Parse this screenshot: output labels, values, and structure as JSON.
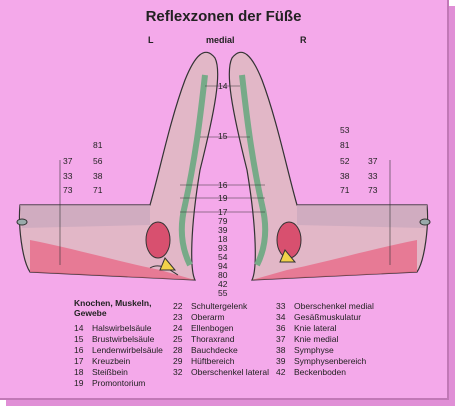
{
  "title": "Reflexzonen der Füße",
  "orientation": {
    "left": "L",
    "center": "medial",
    "right": "R"
  },
  "center_labels": [
    "14",
    "15",
    "16",
    "19",
    "17",
    "79",
    "39",
    "18",
    "93",
    "54",
    "94",
    "80",
    "42",
    "55"
  ],
  "left_labels": {
    "outer": [
      "37",
      "33",
      "73"
    ],
    "inner": [
      "81",
      "56",
      "38",
      "71"
    ]
  },
  "right_labels": {
    "inner": [
      "53",
      "81",
      "52",
      "38",
      "71"
    ],
    "outer": [
      "37",
      "33",
      "73"
    ]
  },
  "legend": {
    "heading": "Knochen, Muskeln, Gewebe",
    "col1": [
      {
        "n": "14",
        "t": "Halswirbelsäule"
      },
      {
        "n": "15",
        "t": "Brustwirbelsäule"
      },
      {
        "n": "16",
        "t": "Lendenwirbelsäule"
      },
      {
        "n": "17",
        "t": "Kreuzbein"
      },
      {
        "n": "18",
        "t": "Steißbein"
      },
      {
        "n": "19",
        "t": "Promontorium"
      }
    ],
    "col2": [
      {
        "n": "22",
        "t": "Schultergelenk"
      },
      {
        "n": "23",
        "t": "Oberarm"
      },
      {
        "n": "24",
        "t": "Ellenbogen"
      },
      {
        "n": "25",
        "t": "Thoraxrand"
      },
      {
        "n": "28",
        "t": "Bauchdecke"
      },
      {
        "n": "29",
        "t": "Hüftbereich"
      },
      {
        "n": "32",
        "t": "Oberschenkel lateral"
      }
    ],
    "col3": [
      {
        "n": "33",
        "t": "Oberschenkel medial"
      },
      {
        "n": "34",
        "t": "Gesäßmuskulatur"
      },
      {
        "n": "36",
        "t": "Knie lateral"
      },
      {
        "n": "37",
        "t": "Knie medial"
      },
      {
        "n": "38",
        "t": "Symphyse"
      },
      {
        "n": "39",
        "t": "Symphysenbereich"
      },
      {
        "n": "42",
        "t": "Beckenboden"
      }
    ]
  }
}
